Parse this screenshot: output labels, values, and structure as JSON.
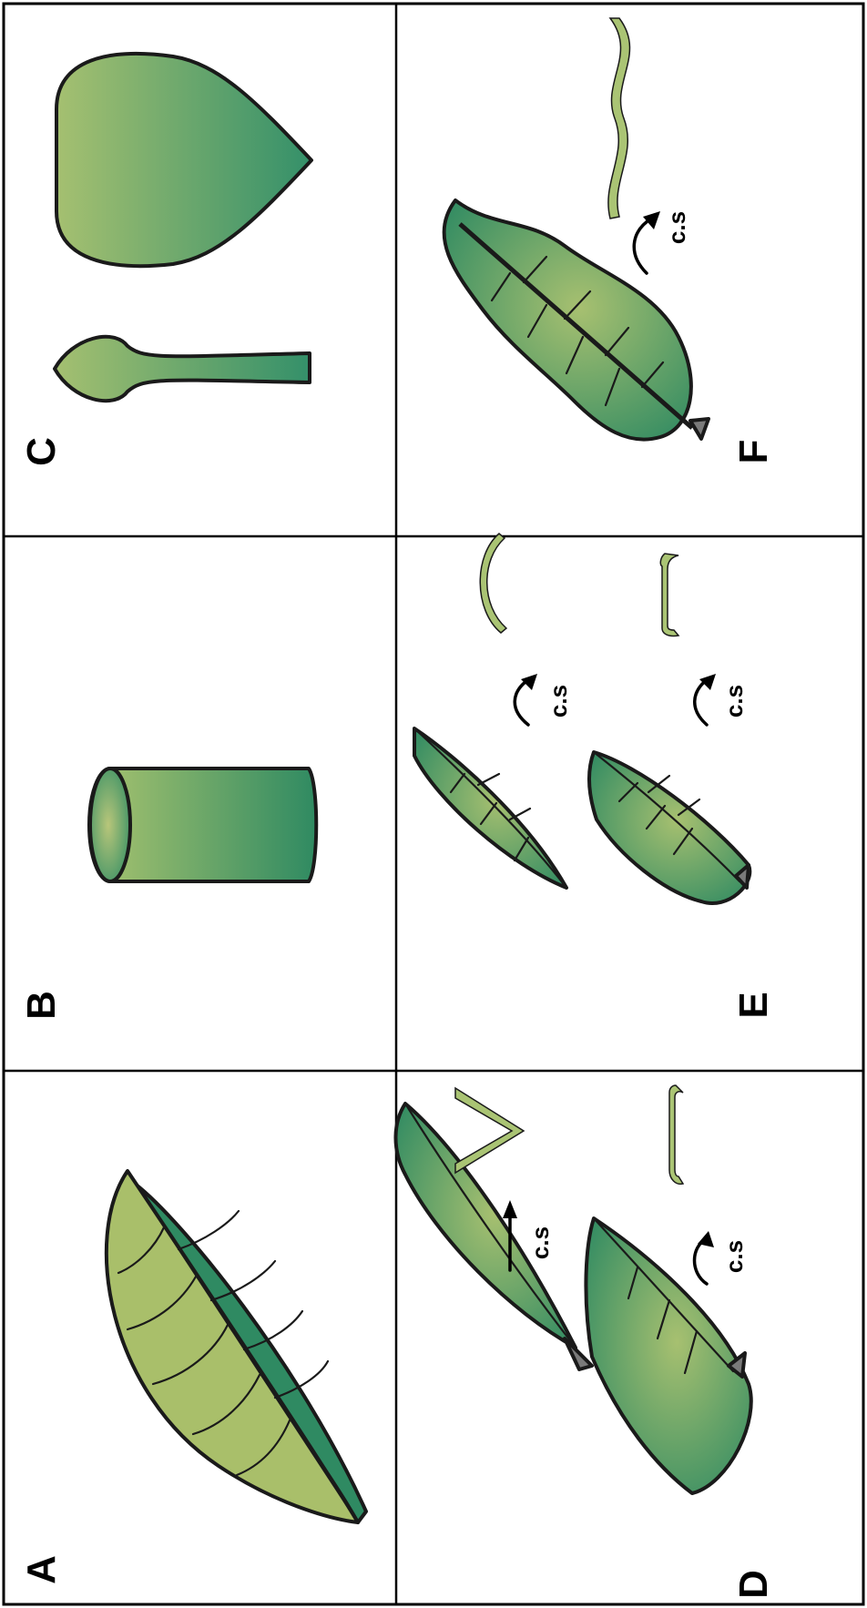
{
  "panels": [
    {
      "id": "A",
      "label": "A",
      "description": "Bifacial dorsiventral leaf"
    },
    {
      "id": "B",
      "label": "B",
      "description": "Cylindrical unifacial leaf"
    },
    {
      "id": "C",
      "label": "C",
      "description": "Spathulate and drop-shaped leaves"
    },
    {
      "id": "D",
      "label": "D",
      "description": "Leaves with V-shaped and flat cross-sections"
    },
    {
      "id": "E",
      "label": "E",
      "description": "Leaves with curved cross-sections"
    },
    {
      "id": "F",
      "label": "F",
      "description": "Undulate leaf with wavy cross-section"
    }
  ],
  "arrow_label": "c.s",
  "colors": {
    "leaf_light": "#a9bf6a",
    "leaf_mid": "#6aa869",
    "leaf_dark": "#2f8a62",
    "section": "#aac474",
    "outline": "#1a1a1a",
    "grid": "#000000",
    "petiole": "#7a7a7a"
  }
}
